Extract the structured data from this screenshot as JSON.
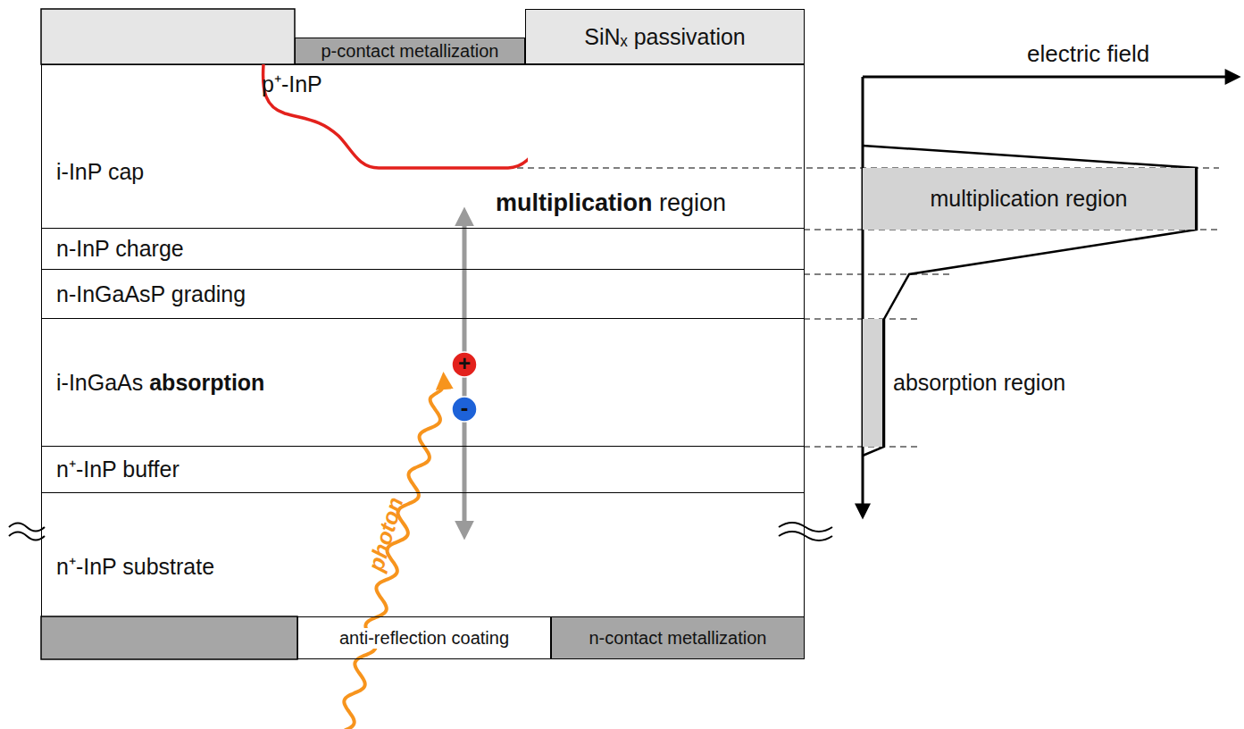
{
  "diagram": {
    "nodes": [
      {
        "text": [
          "p-contact metallization"
        ]
      },
      {
        "text": [
          "SiNₓ passivation"
        ]
      },
      {
        "text": [
          "i-InP cap"
        ]
      },
      {
        "text": [
          "p⁺-InP"
        ],
        "in": 2
      },
      {
        "text": [
          "n-InP charge"
        ]
      },
      {
        "text": [
          "n-InGaAsP grading"
        ]
      },
      {
        "text": [
          "i-InGaAs absorption"
        ]
      },
      {
        "text": [
          "n⁺-InP buffer"
        ]
      },
      {
        "text": [
          "n⁺-InP substrate"
        ]
      },
      {
        "text": [
          "anti-reflection coating"
        ]
      },
      {
        "text": [
          "n-contact metallization"
        ]
      },
      {
        "text": [
          "multiplication region"
        ]
      },
      {
        "text": [
          "absorption region"
        ]
      }
    ],
    "labels": [
      "multiplication region",
      "+",
      "-",
      "photon",
      "electric field"
    ]
  }
}
